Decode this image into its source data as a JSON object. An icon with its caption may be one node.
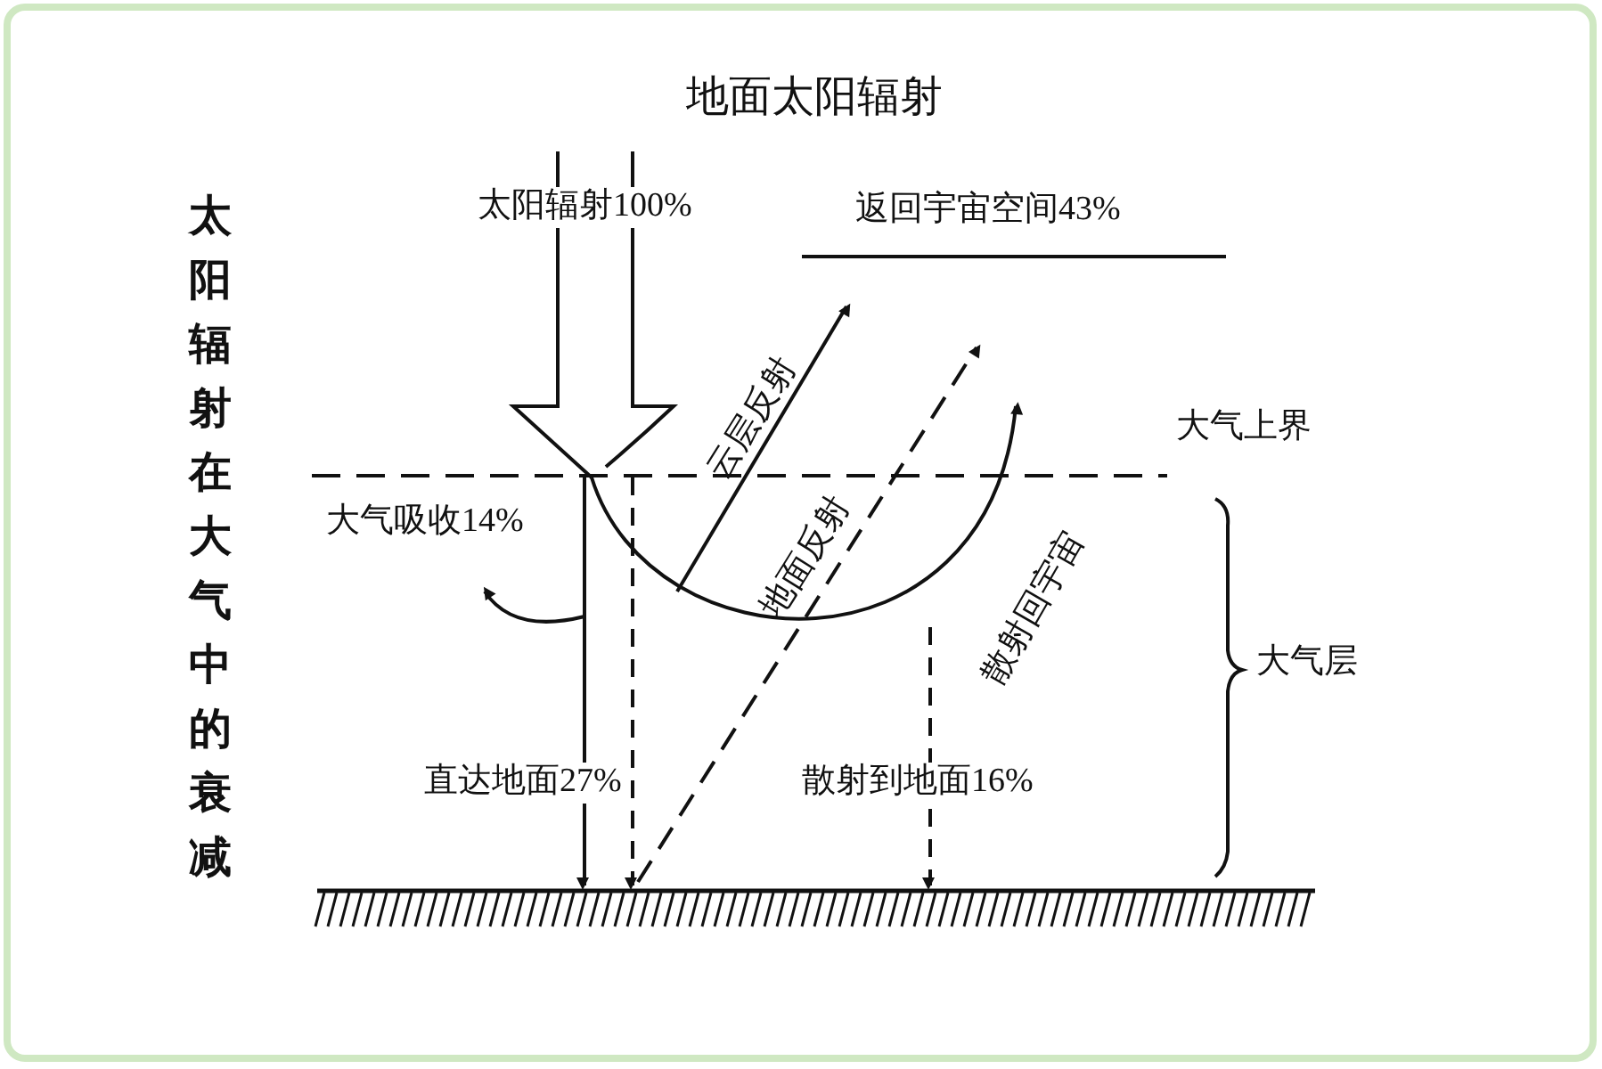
{
  "diagram": {
    "title": "地面太阳辐射",
    "labels": [
      "太阳辐射在大气中的衰减",
      "太阳辐射100%",
      "返回宇宙空间43%",
      "云层反射",
      "大气上界",
      "地面反射",
      "散射回宇宙",
      "大气吸收14%",
      "大气层",
      "直达地面27%",
      "散射到地面16%"
    ]
  }
}
